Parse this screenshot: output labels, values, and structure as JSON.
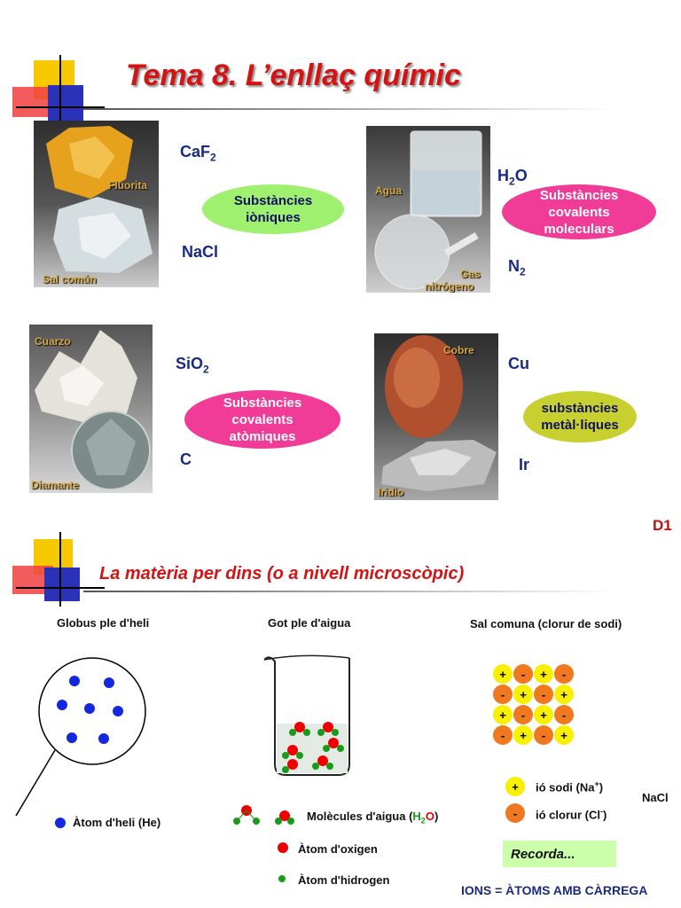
{
  "title": "Tema 8. L’enllaç químic",
  "groups": {
    "ionic": {
      "formula1": "CaF",
      "formula1_sub": "2",
      "formula2": "NaCl",
      "label_line1": "Substàncies",
      "label_line2": "iòniques",
      "photo_label1": "Fluorita",
      "photo_label2": "Sal común",
      "color": "#a0f070"
    },
    "molecular": {
      "formula1_a": "H",
      "formula1_sub": "2",
      "formula1_b": "O",
      "formula2": "N",
      "formula2_sub": "2",
      "label_line1": "Substàncies",
      "label_line2": "covalents",
      "label_line3": "moleculars",
      "photo_label1": "Agua",
      "photo_label2": "Gas",
      "photo_label3": "nitrógeno",
      "color": "#f03c96"
    },
    "atomic": {
      "formula1": "SiO",
      "formula1_sub": "2",
      "formula2": "C",
      "label_line1": "Substàncies",
      "label_line2": "covalents",
      "label_line3": "atòmiques",
      "photo_label1": "Cuarzo",
      "photo_label2": "Diamante",
      "color": "#f03c96"
    },
    "metallic": {
      "formula1": "Cu",
      "formula2": "Ir",
      "label_line1": "substàncies",
      "label_line2": "metàl·liques",
      "photo_label1": "Cobre",
      "photo_label2": "Iridio",
      "color": "#c8d030"
    }
  },
  "slide_code": "D1",
  "subtitle": "La matèria per dins (o a nivell microscòpic)",
  "helium": {
    "caption": "Globus ple d'heli",
    "legend": "Àtom d'heli (He)"
  },
  "water": {
    "caption": "Got ple d'aigua",
    "legend_molecule_a": "Molècules d'aigua (",
    "legend_molecule_h": "H",
    "legend_molecule_sub": "2",
    "legend_molecule_o": "O",
    "legend_molecule_close": ")",
    "legend_oxygen": "Àtom d'oxigen",
    "legend_hydrogen": "Àtom d'hidrogen"
  },
  "salt": {
    "caption": "Sal comuna (clorur de sodi)",
    "grid": [
      [
        "+",
        "-",
        "+",
        "-"
      ],
      [
        "-",
        "+",
        "-",
        "+"
      ],
      [
        "+",
        "-",
        "+",
        "-"
      ],
      [
        "-",
        "+",
        "-",
        "+"
      ]
    ],
    "legend_sodium": "ió sodi (Na",
    "legend_sodium_sup": "+",
    "legend_chloride": "ió clorur (Cl",
    "legend_chloride_sup": "-",
    "legend_close": ")",
    "formula": "NaCl",
    "plus": "+",
    "minus": "-"
  },
  "recorda": "Recorda...",
  "footer": "IONS  =  ÀTOMS AMB CÀRREGA"
}
